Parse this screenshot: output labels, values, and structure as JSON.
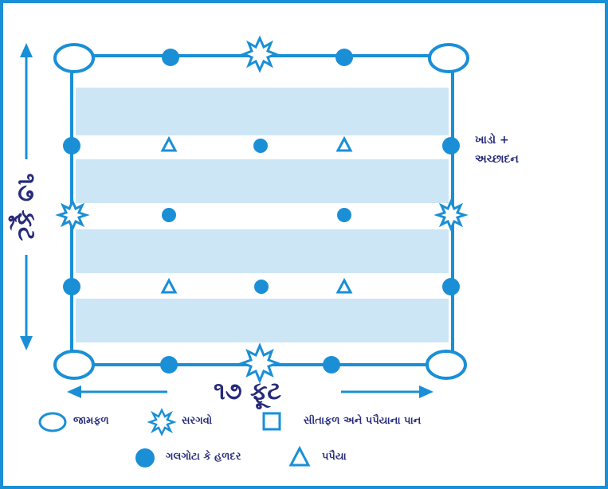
{
  "colors": {
    "frame": "#1a8fd6",
    "strip": "#cde6f6",
    "plant": "#1a8fd6",
    "text": "#262a7a"
  },
  "dimensions": {
    "width_label": "૧૭ ફૂટ",
    "height_label": "૧૭ ફૂટ"
  },
  "side_label": {
    "line1": "ખાડો +",
    "line2": "અચ્છાદન"
  },
  "legend": {
    "guava": "જામફળ",
    "drumstick": "સરગવો",
    "custard_apple_papaya_leaves": "સીતાફળ અને પપૈયાના પાન",
    "turmeric": "ગલગોટા કે હળદર",
    "papaya": "પપૈયા"
  },
  "icons": {
    "guava": "ellipse-icon",
    "drumstick": "star-icon",
    "square": "square-icon",
    "turmeric": "filled-circle-icon",
    "papaya": "triangle-icon"
  }
}
